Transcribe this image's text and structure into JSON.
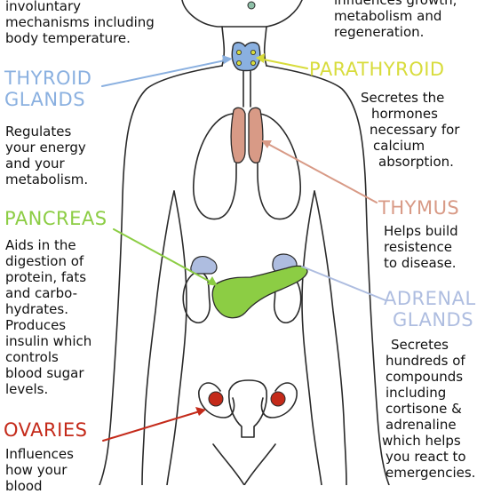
{
  "colors": {
    "outline": "#2a2a2a",
    "thyroid": "#8ab0e0",
    "parathyroid": "#d8dc3c",
    "thymus": "#d89a86",
    "pancreas": "#8ccd44",
    "adrenal": "#aebde0",
    "ovaries": "#c42a1a"
  },
  "texts": {
    "top_left": [
      "involuntary",
      "mechanisms including",
      "body temperature."
    ],
    "top_right": [
      "influences growth,",
      "metabolism and",
      "regeneration."
    ],
    "thyroid_desc": [
      "Regulates",
      "your energy",
      "and your",
      "metabolism."
    ],
    "parathyroid_desc": [
      "Secretes the",
      "hormones",
      "necessary for",
      "calcium",
      "absorption."
    ],
    "thymus_desc": [
      "Helps build",
      "resistence",
      "to disease."
    ],
    "pancreas_desc": [
      "Aids in the",
      "digestion of",
      "protein, fats",
      "and carbo-",
      "hydrates.",
      "Produces",
      "insulin which",
      "controls",
      "blood sugar",
      "levels."
    ],
    "adrenal_desc": [
      "Secretes",
      "hundreds of",
      "compounds",
      "including",
      "cortisone &",
      "adrenaline",
      "which helps",
      "you react to",
      "emergencies."
    ],
    "ovaries_desc": [
      "Influences",
      "how your",
      "blood"
    ]
  },
  "labels": {
    "thyroid": [
      "THYROID",
      "GLANDS"
    ],
    "parathyroid": "PARATHYROID",
    "thymus": "THYMUS",
    "pancreas": "PANCREAS",
    "adrenal": [
      "ADRENAL",
      "GLANDS"
    ],
    "ovaries": "OVARIES"
  }
}
